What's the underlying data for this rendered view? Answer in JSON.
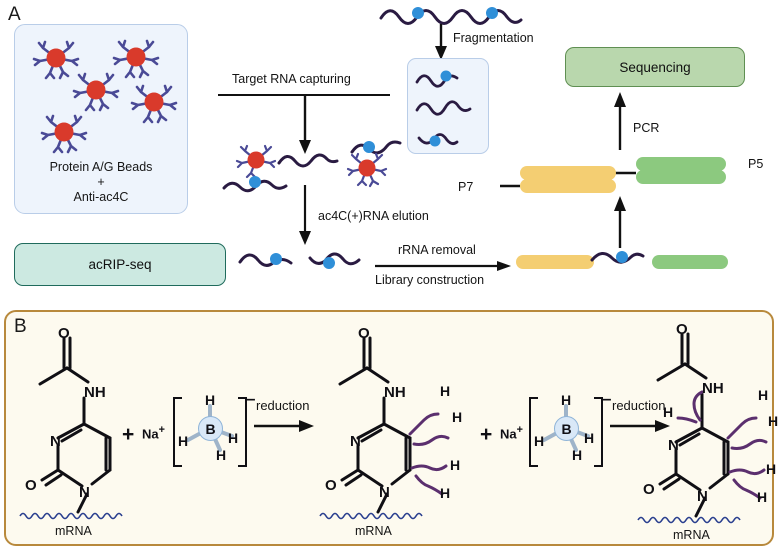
{
  "figure": {
    "panels": [
      {
        "id": "A",
        "label": "A"
      },
      {
        "id": "B",
        "label": "B"
      }
    ]
  },
  "panelA": {
    "label": "A",
    "beads_box": {
      "caption_line1": "Protein A/G Beads",
      "caption_line2": "+",
      "caption_line3": "Anti-ac4C",
      "bead_count": 5,
      "bead_color": "#d93a2b",
      "antibody_color": "#4a4a96",
      "box_fill": "#eef4fc",
      "box_border": "#b9cde8"
    },
    "acrip_box": {
      "label": "acRIP-seq",
      "fill": "#cce9e1",
      "border": "#1f6b5c"
    },
    "sequencing_box": {
      "label": "Sequencing",
      "fill": "#b9d7ad",
      "border": "#5f8f52"
    },
    "fragmentation_box": {
      "fill": "#eef4fc",
      "border": "#b9cde8",
      "fragment_count": 3
    },
    "steps": {
      "target_rna_capturing": "Target RNA capturing",
      "ac4c_elution": "ac4C(+)RNA elution",
      "fragmentation": "Fragmentation",
      "rrna_removal": "rRNA removal",
      "library_construction": "Library construction",
      "pcr": "PCR"
    },
    "adapters": {
      "p7_label": "P7",
      "p5_label": "P5",
      "p7_color": "#f4ce72",
      "p5_color": "#8cc97f"
    },
    "rna": {
      "strand_color": "#2a1b42",
      "ac4c_mark_color": "#2f8fd8"
    }
  },
  "panelB": {
    "label": "B",
    "border_color": "#b8893c",
    "fill_color": "#fdfaef",
    "reagent": {
      "cation": "Na",
      "cation_charge": "+",
      "boron": "B",
      "hydrogens": [
        "H",
        "H",
        "H",
        "H"
      ],
      "complex_charge": "–",
      "boron_circle_fill": "#d9e8f7",
      "boron_circle_border": "#8fb4d8"
    },
    "arrow_label": "reduction",
    "structures": [
      {
        "name": "ac4C",
        "atoms": {
          "carbonyl_o": "O",
          "amide_nh": "NH",
          "ring_n3": "N",
          "ring_n1": "N",
          "ring_o2": "O"
        },
        "mrna_label": "mRNA",
        "added_hydrogens": []
      },
      {
        "name": "partially-reduced-ac4C",
        "atoms": {
          "carbonyl_o": "O",
          "amide_nh": "NH",
          "ring_n3": "N",
          "ring_n1": "N",
          "ring_o2": "O"
        },
        "mrna_label": "mRNA",
        "added_hydrogens": [
          "H",
          "H",
          "H",
          "H"
        ]
      },
      {
        "name": "fully-reduced-ac4C",
        "atoms": {
          "carbonyl_o": "O",
          "amide_nh": "NH",
          "ring_n3": "N",
          "ring_n1": "N",
          "ring_o2": "O"
        },
        "mrna_label": "mRNA",
        "added_hydrogens": [
          "H",
          "H",
          "H",
          "H",
          "H"
        ]
      }
    ],
    "plus_symbol": "+",
    "added_h_bond_color": "#5b2f6e"
  }
}
